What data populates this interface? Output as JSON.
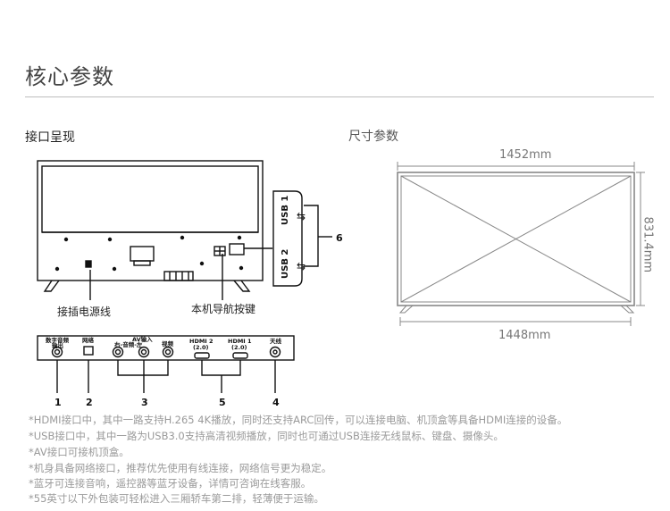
{
  "page": {
    "title": "核心参数",
    "section_left": "接口呈现",
    "section_right": "尺寸参数"
  },
  "tv_back": {
    "power_label": "接插电源线",
    "nav_label": "本机导航按键"
  },
  "usb_panel": {
    "usb1": "USB 1",
    "usb2": "USB 2",
    "number": "6"
  },
  "port_panel": {
    "audio_out": "数字音频",
    "audio_out2": "输出",
    "network": "网络",
    "av_in": "AV输入",
    "av_sub": "右-音频-左",
    "video": "视频",
    "hdmi2": "HDMI 2",
    "hdmi2_ver": "(2.0)",
    "hdmi1": "HDMI 1",
    "hdmi1_ver": "(2.0)",
    "antenna": "天线",
    "numbers": [
      "1",
      "2",
      "3",
      "5",
      "4"
    ]
  },
  "dimensions": {
    "width_top": "1452mm",
    "width_bottom": "1448mm",
    "height": "831.4mm"
  },
  "notes": [
    "*HDMI接口中，其中一路支持H.265 4K播放，同时还支持ARC回传，可以连接电脑、机顶盒等具备HDMI连接的设备。",
    "*USB接口中，其中一路为USB3.0支持高清视频播放，同时也可通过USB连接无线鼠标、键盘、摄像头。",
    "*AV接口可接机顶盒。",
    "*机身具备网络接口，推荐优先使用有线连接，网络信号更为稳定。",
    "*蓝牙可连接音响，遥控器等蓝牙设备，详情可咨询在线客服。",
    "*55英寸以下外包装可轻松进入三厢轿车第二排，轻薄便于运输。"
  ],
  "colors": {
    "rule": "#bdbdbd",
    "notes": "#9a9a9a",
    "diagram": "#111111"
  }
}
